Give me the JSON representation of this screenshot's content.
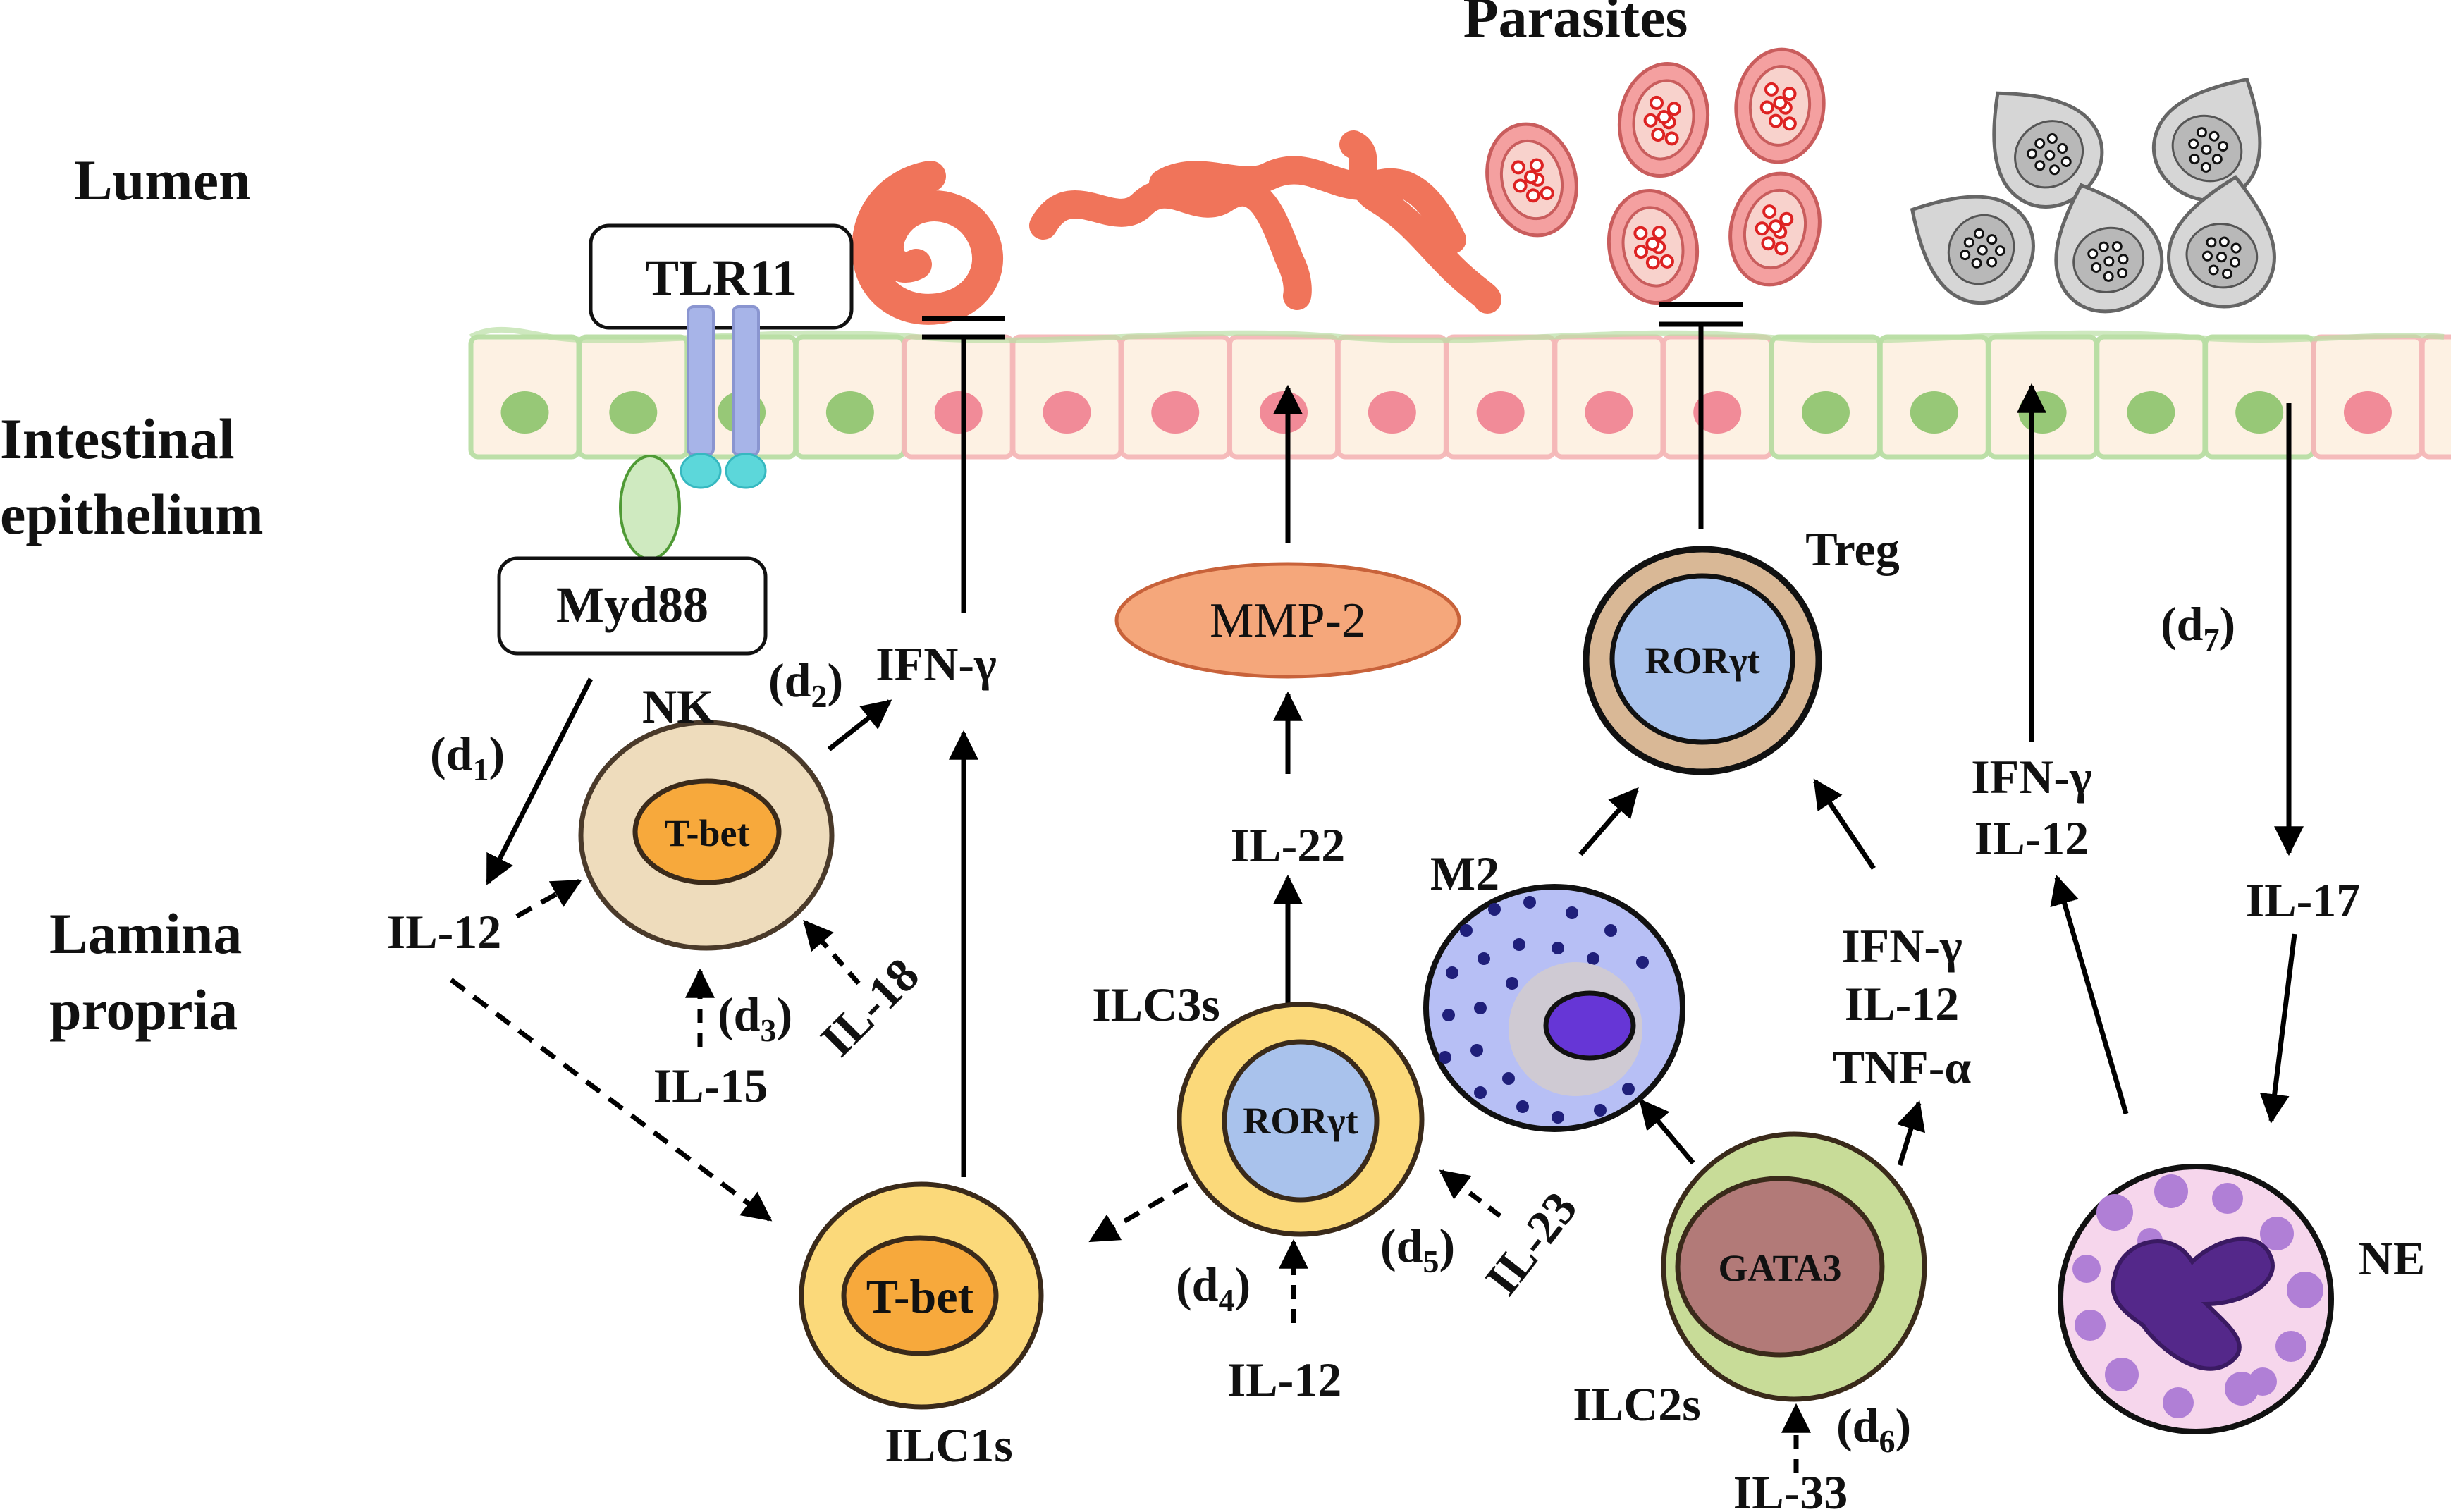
{
  "regions": {
    "parasites": "Parasites",
    "lumen": "Lumen",
    "epithelium_line1": "Intestinal",
    "epithelium_line2": "epithelium",
    "lamina_line1": "Lamina",
    "lamina_line2": "propria"
  },
  "receptor": {
    "tlr": "TLR11",
    "adaptor": "Myd88"
  },
  "cells": {
    "nk": {
      "label": "NK",
      "nucleus": "T-bet"
    },
    "ilc1": {
      "label": "ILC1s",
      "nucleus": "T-bet"
    },
    "ilc3": {
      "label": "ILC3s",
      "nucleus": "RORγt"
    },
    "ilc2": {
      "label": "ILC2s",
      "nucleus": "GATA3"
    },
    "treg": {
      "label": "Treg",
      "nucleus": "RORγt"
    },
    "m2": {
      "label": "M2"
    },
    "ne": {
      "label": "NE"
    }
  },
  "molecules": {
    "mmp2": "MMP-2",
    "ifn_g": "IFN-γ",
    "il12_left": "IL-12",
    "il15": "IL-15",
    "il18": "IL-18",
    "il22": "IL-22",
    "il12_ilc3": "IL-12",
    "il23": "IL-23",
    "il33": "IL-33",
    "treg_cytokines": [
      "IFN-γ",
      "IL-12",
      "TNF-α"
    ],
    "ne_cytokines": [
      "IFN-γ",
      "IL-12"
    ],
    "il17": "IL-17"
  },
  "pathways": {
    "d1": {
      "letter": "(d",
      "sub": "1",
      "close": ")"
    },
    "d2": {
      "letter": "(d",
      "sub": "2",
      "close": ")"
    },
    "d3": {
      "letter": "(d",
      "sub": "3",
      "close": ")"
    },
    "d4": {
      "letter": "(d",
      "sub": "4",
      "close": ")"
    },
    "d5": {
      "letter": "(d",
      "sub": "5",
      "close": ")"
    },
    "d6": {
      "letter": "(d",
      "sub": "6",
      "close": ")"
    },
    "d7": {
      "letter": "(d",
      "sub": "7",
      "close": ")"
    }
  },
  "colors": {
    "epithelium_green": "#b9dea4",
    "epithelium_pink": "#f5b8b8",
    "cell_fill": "#fdf1e2",
    "nucleus_green": "#8cc36a",
    "nucleus_pink": "#ef7f8f",
    "worm": "#f0745a",
    "egg_pink": "#f4a0a0",
    "cyst_grey": "#b8b8b8",
    "tbet_orange": "#f7a93c",
    "ror_blue": "#a9c2ec",
    "gata_brown": "#b27a78",
    "ilc2_green": "#c8dc98",
    "treg_tan": "#d9b896",
    "nk_beige": "#eedcbc",
    "ilc_yellow": "#fbd97a",
    "mmp_orange": "#f5a77b",
    "tlr_bar": "#a7b4e8",
    "tlr_foot": "#5cd7da",
    "myd_oval": "#cfeac0",
    "m2_blue": "#b7bff5",
    "ne_pink": "#f6d6ec"
  }
}
